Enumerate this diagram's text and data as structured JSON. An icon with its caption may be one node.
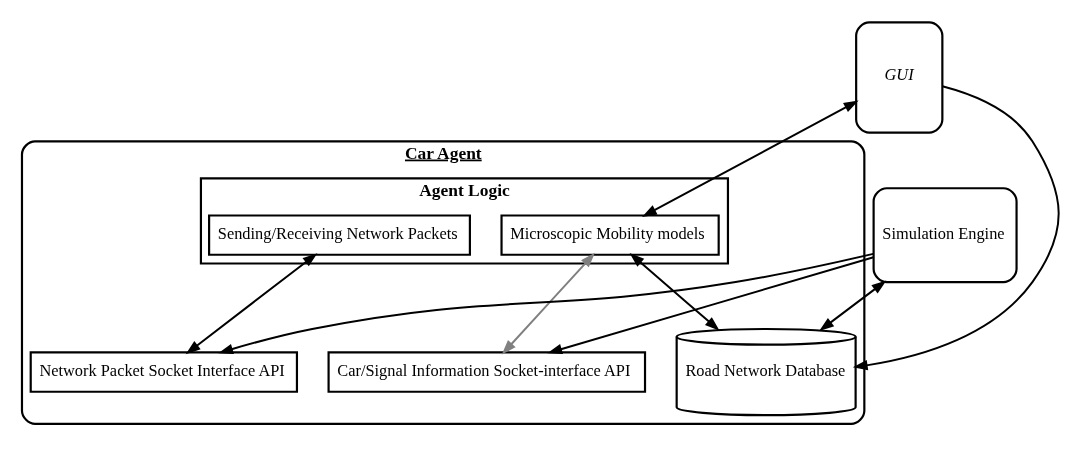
{
  "diagram": {
    "nodes": [
      {
        "text": [
          "Car Agent"
        ]
      },
      {
        "text": [
          "Agent Logic"
        ],
        "in": 0
      },
      {
        "text": [
          "Microscopic Mobility models"
        ],
        "in": 1
      },
      {
        "text": [
          "Sending/Receiving Network Packets"
        ],
        "in": 1
      },
      {
        "text": [
          "GUI"
        ]
      },
      {
        "text": [
          "Road Network Database"
        ],
        "in": 0
      },
      {
        "text": [
          "Car/Signal Information Socket-interface API"
        ],
        "in": 0
      },
      {
        "text": [
          "Network Packet Socket Interface API"
        ],
        "in": 0
      },
      {
        "text": [
          "Simulation Engine"
        ]
      }
    ],
    "edges": [
      {
        "from": 4,
        "to": 2,
        "arrow": "both"
      },
      {
        "from": 2,
        "to": 5,
        "arrow": "both"
      },
      {
        "from": 2,
        "to": 6,
        "arrow": "both",
        "color": "#808080"
      },
      {
        "from": 3,
        "to": 7,
        "arrow": "both"
      },
      {
        "from": 4,
        "to": 5,
        "arrow": "to"
      },
      {
        "from": 8,
        "to": 5,
        "arrow": "both"
      },
      {
        "from": 8,
        "to": 6,
        "arrow": "to"
      },
      {
        "from": 8,
        "to": 7,
        "arrow": "to"
      }
    ]
  }
}
